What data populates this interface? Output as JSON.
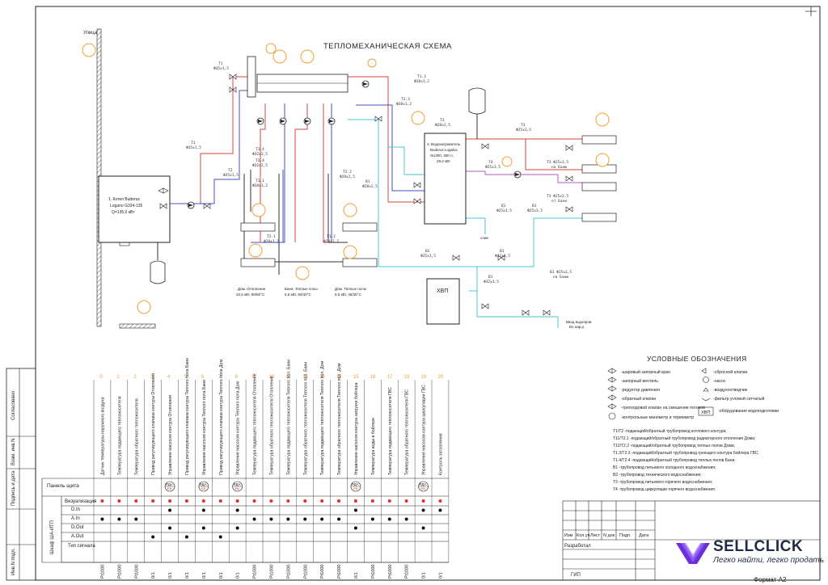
{
  "title": "ТЕПЛОМЕХАНИЧЕСКАЯ СХЕМА",
  "street": "Улица",
  "equipment": {
    "boiler": [
      "1. Котел Buderus",
      "Logano G334-135",
      "Q=135,0 кВт"
    ],
    "heater": [
      "3. Водонагреватель",
      "Buderus Logalux",
      "SU300, 300 л,",
      "29,2 кВт"
    ],
    "hvp": "ХВП",
    "water_input": [
      "Ввод водопров.",
      "В1 нар.р."
    ],
    "drain": "слив"
  },
  "consumers": {
    "house": [
      "Дом. Отопление",
      "20,5 кВт, 80/60°C"
    ],
    "banya_floor": [
      "Баня. Теплые полы",
      "5,6 кВт, 50/40°C"
    ],
    "house_floor": [
      "Дом. Теплые полы",
      "6,5 кВт, 45/35°C"
    ]
  },
  "pipe_labels": [
    {
      "id": "T1a",
      "mark": "T1",
      "dim": "Ф35х1,5"
    },
    {
      "id": "T1b",
      "mark": "T1",
      "dim": "Ф35х1,5"
    },
    {
      "id": "T2a",
      "mark": "T2",
      "dim": "Ф35х1,5"
    },
    {
      "id": "T13",
      "mark": "T1.3",
      "dim": "Ф28х1,2"
    },
    {
      "id": "T23",
      "mark": "T2.3",
      "dim": "Ф28х1,2"
    },
    {
      "id": "T3a",
      "mark": "T3",
      "dim": "Ф28х2,5"
    },
    {
      "id": "T3b",
      "mark": "T3",
      "dim": "Ф25х3,5"
    },
    {
      "id": "T14",
      "mark": "T1.4",
      "dim": "Ф32х2,5"
    },
    {
      "id": "T24",
      "mark": "T2.4",
      "dim": "Ф32х2,5"
    },
    {
      "id": "T11",
      "mark": "T1.1",
      "dim": "Ф28х1,2"
    },
    {
      "id": "T21",
      "mark": "T2.1",
      "dim": "Ф28х1,2"
    },
    {
      "id": "T22",
      "mark": "T2.2",
      "dim": "Ф28х2,5"
    },
    {
      "id": "T12",
      "mark": "T1.2",
      "dim": "Ф28х1,2"
    },
    {
      "id": "B1a",
      "mark": "В1",
      "dim": "Ф28х2,5"
    },
    {
      "id": "T4",
      "mark": "T4",
      "dim": "Ф25х3,5"
    },
    {
      "id": "T3c",
      "mark": "T3 Ф25х3,5",
      "dim": "на Баню"
    },
    {
      "id": "T3d",
      "mark": "T3 Ф25х2,5",
      "dim": "от Бани"
    },
    {
      "id": "B1b",
      "mark": "В1",
      "dim": "Ф25х3,5"
    },
    {
      "id": "B1c",
      "mark": "В1",
      "dim": "Ф25х3,5"
    },
    {
      "id": "B2",
      "mark": "В2",
      "dim": "Ф25х3,5"
    },
    {
      "id": "B1d",
      "mark": "В1",
      "dim": "Ф32х3,5"
    },
    {
      "id": "B1e",
      "mark": "В1 Ф25х2,5",
      "dim": "на Баню"
    },
    {
      "id": "B1f",
      "mark": "В1",
      "dim": "Ф32х3,5"
    }
  ],
  "legend": {
    "title": "УСЛОВНЫЕ ОБОЗНАЧЕНИЯ",
    "symbols_left": [
      "-шаровый запорный кран",
      "-запорный вентиль",
      "-редуктор давления",
      "-обратный клапан",
      "-трехходовой клапан на смешение потоков",
      "-контрольные манометр и термометр"
    ],
    "symbols_right": [
      "-сбросной клапан",
      "-насос",
      "-воздухоотводчик",
      "-фильтр угловой сетчатый",
      "-оборудование водоподготовки"
    ],
    "hvp_mark": "ХВП",
    "pipes": [
      "Т1/Т2 -подающий/обратный трубопровод котлового контура;",
      "Т11/Т2.1 -подающий/обратный трубопровод радиаторного отопления Дома;",
      "Т12/Т2.2 -подающий/обратный трубопровод теплых полов Дома;",
      "Т1.3/Т2.3 -подающий/обратный трубопровод греющего контура бойлера ГВС;",
      "Т1.4/Т2.4 -подающий/обратный трубопровод теплых полов Бани;",
      "В1 -трубопровод питьевого холодного водоснабжения;",
      "В2 -трубопровод технического водоснабжения;",
      "Т3 -трубопровод питьевого горячего водоснабжения;",
      "Т4 -трубопровод циркуляции горячего водоснабжения."
    ]
  },
  "table": {
    "column_numbers": [
      "0",
      "1",
      "2",
      "3",
      "4",
      "5",
      "6",
      "7",
      "8",
      "9",
      "10",
      "11",
      "12",
      "13",
      "14",
      "15",
      "16",
      "17",
      "18",
      "19",
      "20"
    ],
    "signals": [
      "Датчик температуры наружного воздуха",
      "Температура подающего теплоносителя",
      "Температура обратного теплоносителя",
      "Привод регулирующего клапана контура Отопления",
      "Управление насосом контура Отопления",
      "Привод регулирующего клапана контура Теплого пола Бани",
      "Управление насосом контура Теплого пола Бани",
      "Привод регулирующего клапана контура Теплого пола Дом",
      "Управление насосом контура Теплого пола Дом",
      "Температура подающего теплоносителя Отопление",
      "Температура обратного теплоносителя Отопление",
      "Температура подающего теплоносителя Теплого пол. Бани",
      "Температура обратного теплоносителя Теплого пол. Бани",
      "Температура подающего теплоносителя Теплого пол. Дом",
      "Температура обратного теплоносителя Теплого пол. Дом",
      "Управление насосом контура загрузки бойлера",
      "Температура воды в бойлере",
      "Температура подающего теплоносителя ГВС",
      "Температура обратного теплоносителя ГВС",
      "Управление насосом контура циркуляции ГВС",
      "Контроль затопления"
    ],
    "type_values": [
      "Pt1000",
      "Pt1000",
      "Pt1000",
      "0/1",
      "0/1",
      "0/1",
      "0/1",
      "0/1",
      "0/1",
      "Pt1000",
      "Pt1000",
      "Pt1000",
      "Pt1000",
      "Pt1000",
      "Pt1000",
      "0/1",
      "Pt1000",
      "Pt1000",
      "Pt1000",
      "0/1",
      "0/1"
    ],
    "panel_label": "Панель щита",
    "cabinet_label": "Шкаф ША-ИТП",
    "row_labels": [
      "Визуализация",
      "D.In",
      "A.In",
      "D.Out",
      "A.Out",
      "Тип сигнала"
    ],
    "rda_label": "РДА",
    "rda_sub": "EB",
    "rda_columns": [
      4,
      6,
      8,
      15,
      19
    ]
  },
  "stamp": {
    "headers": [
      "Изм",
      "Кол.уч",
      "Лист",
      "N док",
      "Подп.",
      "Дата"
    ],
    "developed": "Разработал",
    "gip": "ГИП",
    "side_labels": [
      "Согласовано",
      "Взам. инв.N",
      "Подпись и дата",
      "Инв.N подл."
    ]
  },
  "logo": {
    "brand": "SELLCLICK",
    "tagline": "Легко найти, легко продать"
  },
  "format": "Формат А2",
  "colors": {
    "supply": "#d6453c",
    "return": "#4a4ec4",
    "cold": "#4fc3d9",
    "hot": "#d6453c",
    "circ": "#b45cc4",
    "sensor": "#f2a033",
    "pump": "#3a3a3a",
    "dot_red": "#e0302a",
    "dot_black": "#111111"
  },
  "chart_data": {
    "type": "table",
    "columns": [
      "0",
      "1",
      "2",
      "3",
      "4",
      "5",
      "6",
      "7",
      "8",
      "9",
      "10",
      "11",
      "12",
      "13",
      "14",
      "15",
      "16",
      "17",
      "18",
      "19",
      "20"
    ],
    "rows": {
      "Визуализация": [
        1,
        1,
        1,
        1,
        1,
        1,
        1,
        1,
        1,
        1,
        1,
        1,
        1,
        1,
        1,
        1,
        1,
        1,
        1,
        1,
        1
      ],
      "D.In": [
        0,
        0,
        0,
        0,
        1,
        0,
        1,
        0,
        1,
        0,
        0,
        0,
        0,
        0,
        0,
        1,
        0,
        0,
        0,
        1,
        1
      ],
      "A.In": [
        1,
        1,
        1,
        0,
        0,
        0,
        0,
        0,
        0,
        1,
        1,
        1,
        1,
        1,
        1,
        0,
        1,
        1,
        1,
        0,
        0
      ],
      "D.Out": [
        0,
        0,
        0,
        0,
        1,
        0,
        1,
        0,
        1,
        0,
        0,
        0,
        0,
        0,
        0,
        1,
        0,
        0,
        0,
        1,
        0
      ],
      "A.Out": [
        0,
        0,
        0,
        1,
        0,
        1,
        0,
        1,
        0,
        0,
        0,
        0,
        0,
        0,
        0,
        0,
        0,
        0,
        0,
        0,
        0
      ]
    }
  }
}
